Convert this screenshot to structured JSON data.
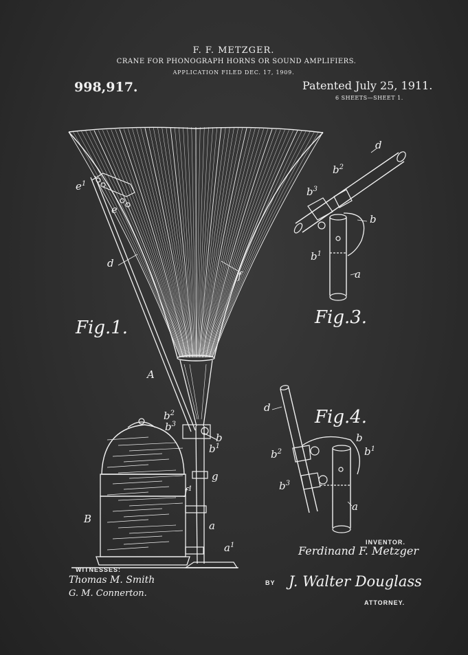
{
  "header": {
    "inventor": "F. F. METZGER.",
    "title": "CRANE FOR PHONOGRAPH HORNS OR SOUND AMPLIFIERS.",
    "filed": "APPLICATION FILED DEC. 17, 1909.",
    "patent_number": "998,917.",
    "patented": "Patented July 25, 1911.",
    "sheets": "6 SHEETS—SHEET 1."
  },
  "figures": {
    "fig1": "Fig.1.",
    "fig3": "Fig.3.",
    "fig4": "Fig.4."
  },
  "labels": {
    "e1": "e",
    "e1_sup": "1",
    "e": "e",
    "d": "d",
    "f": "f",
    "A": "A",
    "B": "B",
    "b2": "b",
    "b2_sup": "2",
    "b3": "b",
    "b3_sup": "3",
    "b": "b",
    "b1": "b",
    "b1_sup": "1",
    "g": "g",
    "f1": "f",
    "f1_sup": "1",
    "a": "a",
    "a1": "a",
    "a1_sup": "1"
  },
  "footer": {
    "witnesses_label": "WITNESSES:",
    "witness_1": "Thomas M. Smith",
    "witness_2": "G. M. Connerton.",
    "inventor_label": "INVENTOR.",
    "inventor_signature": "Ferdinand F. Metzger",
    "by_label": "BY",
    "attorney_signature": "J. Walter Douglass",
    "attorney_label": "ATTORNEY."
  },
  "colors": {
    "chalk": "#f2f2f2",
    "board": "#2e2e2e"
  }
}
